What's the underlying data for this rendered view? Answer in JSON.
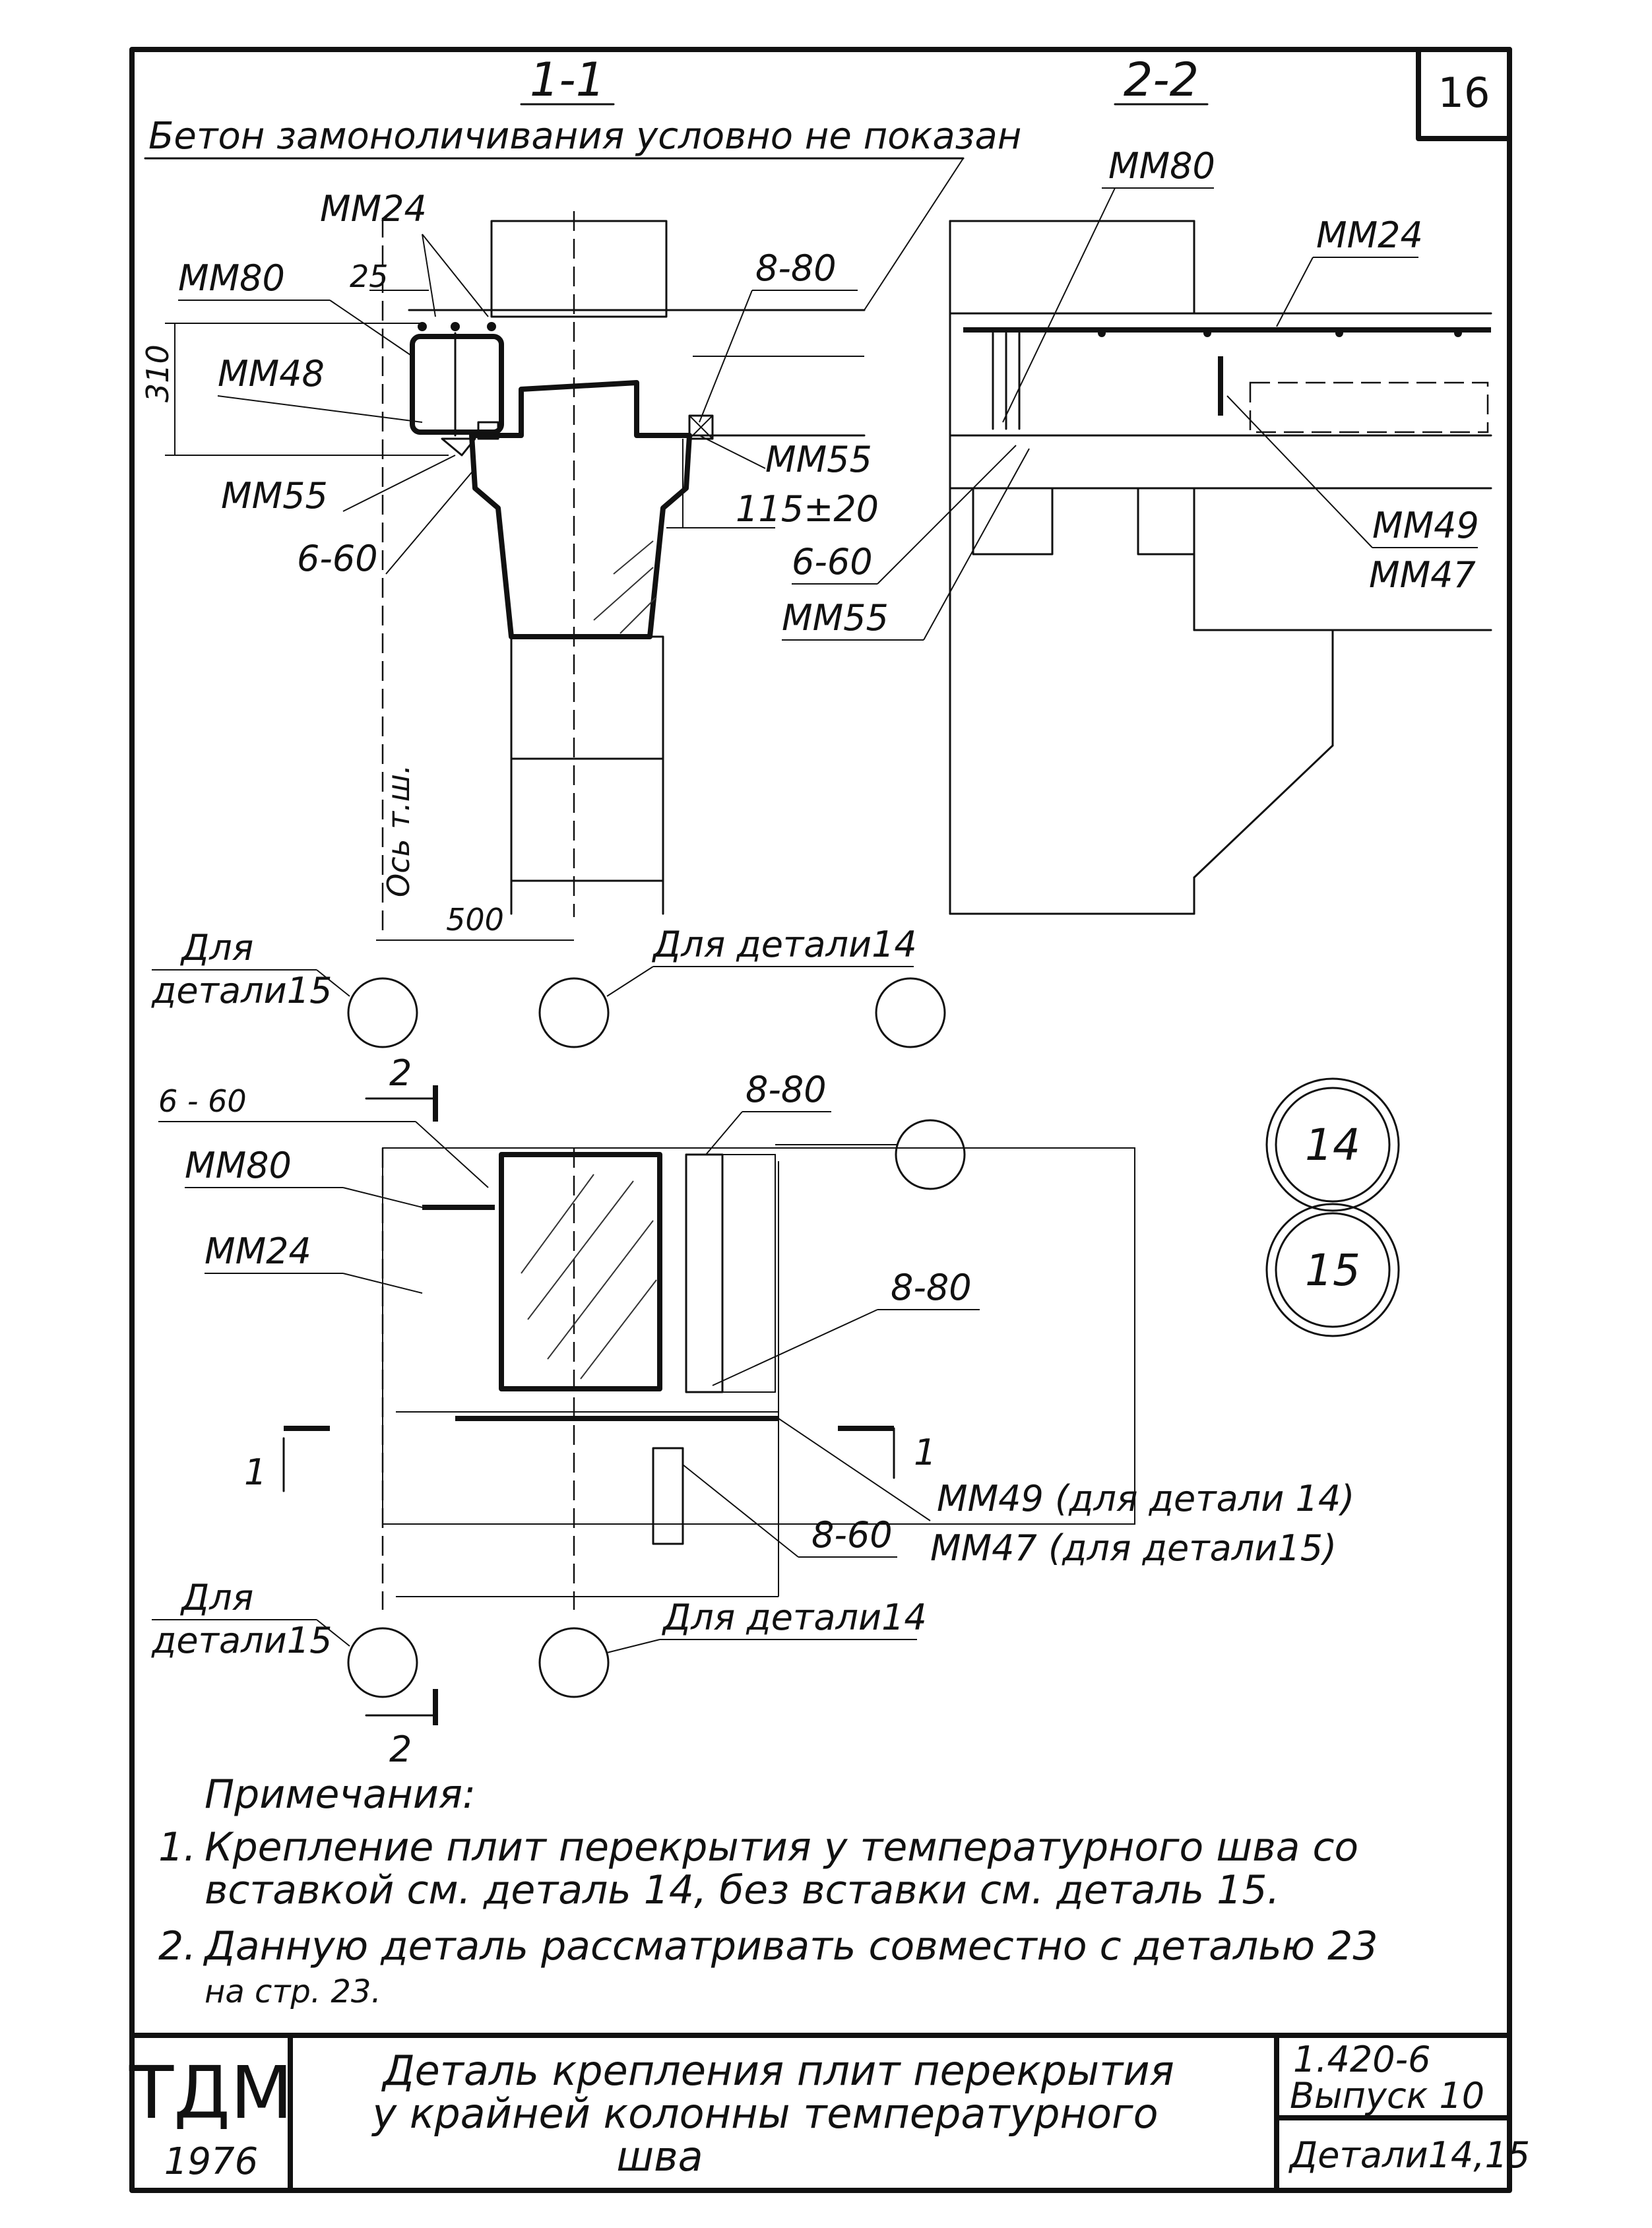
{
  "sheet": {
    "page_number": "16"
  },
  "section_1": {
    "title": "1-1",
    "subtitle": "Бетон замоноличивания условно не показан",
    "labels": {
      "mm24": "ММ24",
      "mm80": "ММ80",
      "mm48": "ММ48",
      "mm55_left": "ММ55",
      "d660_left": "6-60",
      "d880": "8-80",
      "mm55_right": "ММ55",
      "gap": "115±20",
      "d660_right": "6-60",
      "dim_25": "25",
      "dim_310": "310",
      "dim_500": "500",
      "axis": "Ось т.ш.",
      "for_detail_15_line1": "Для",
      "for_detail_15_line2": "детали15",
      "for_detail_14": "Для детали14"
    }
  },
  "section_2": {
    "title": "2-2",
    "labels": {
      "mm80": "ММ80",
      "mm24": "ММ24",
      "mm49": "ММ49",
      "mm47": "ММ47",
      "mm55": "ММ55"
    }
  },
  "plan": {
    "labels": {
      "d660_top": "6 - 60",
      "mm80": "ММ80",
      "mm24": "ММ24",
      "d880_top": "8-80",
      "d880_mid": "8-80",
      "cut_1_left": "1",
      "cut_1_right": "1",
      "cut_2_top": "2",
      "cut_2_bottom": "2",
      "mm49": "ММ49 (для детали 14)",
      "mm47": "ММ47 (для детали15)",
      "d860": "8-60",
      "for_detail_15_line1": "Для",
      "for_detail_15_line2": "детали15",
      "for_detail_14": "Для детали14"
    }
  },
  "detail_markers": {
    "d14": "14",
    "d15": "15"
  },
  "notes": {
    "heading": "Примечания:",
    "items": [
      {
        "num": "1.",
        "line1": "Крепление плит перекрытия у температурного шва со",
        "line2": "вставкой см. деталь 14, без вставки см. деталь 15."
      },
      {
        "num": "2.",
        "line1": "Данную деталь рассматривать совместно с деталью 23",
        "line2": "на стр. 23."
      }
    ]
  },
  "title_block": {
    "logo": "ТДМ",
    "year": "1976",
    "title_line1": "Деталь крепления плит перекрытия",
    "title_line2": "у крайней колонны температурного",
    "title_line3": "шва",
    "series": "1.420-6",
    "issue": "Выпуск 10",
    "details": "Детали14,15"
  }
}
